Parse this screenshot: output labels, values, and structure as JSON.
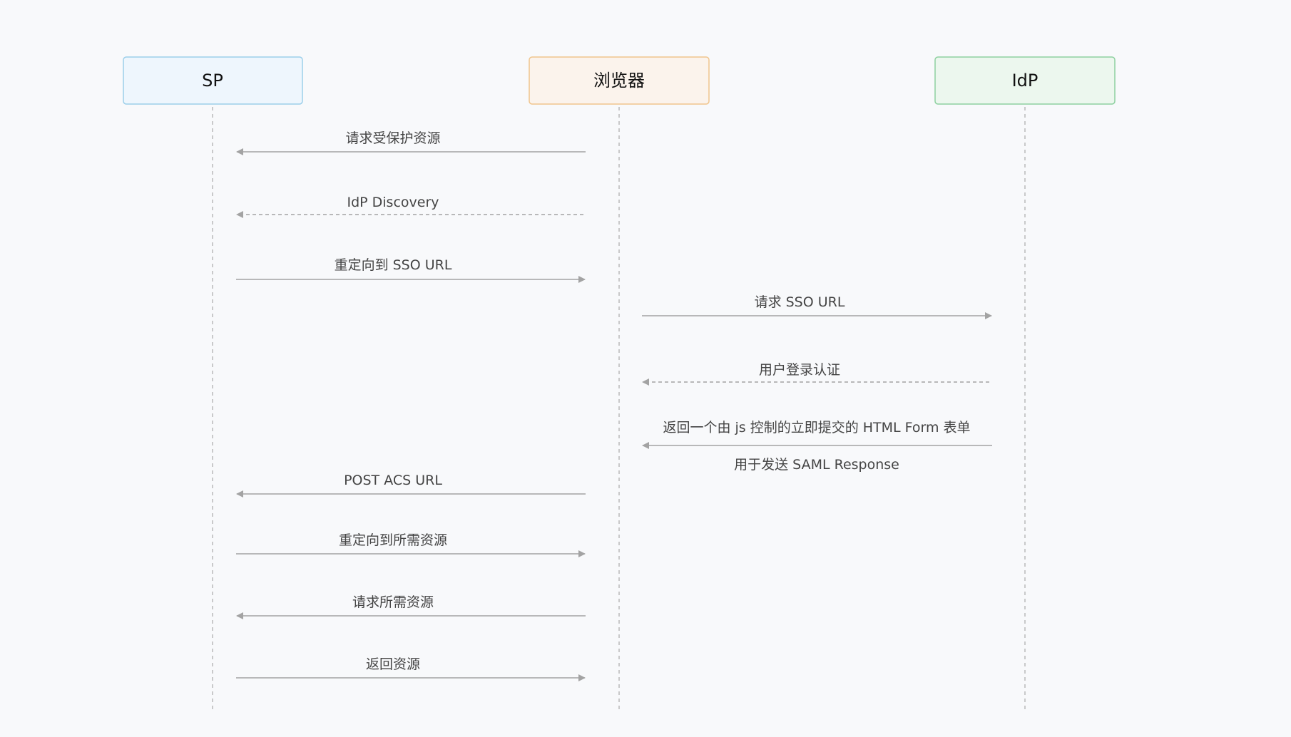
{
  "actors": [
    {
      "id": "sp",
      "label": "SP"
    },
    {
      "id": "browser",
      "label": "浏览器"
    },
    {
      "id": "idp",
      "label": "IdP"
    }
  ],
  "colors": {
    "sp_fill": "#eef6fd",
    "sp_stroke": "#9ccfea",
    "browser_fill": "#fbf3ec",
    "browser_stroke": "#f0c58d",
    "idp_fill": "#ecf7ee",
    "idp_stroke": "#8ed1a0",
    "lifeline": "#b9b9b9",
    "arrow": "#a3a3a3",
    "label": "#444444",
    "background": "#f8f9fb"
  },
  "messages": [
    {
      "from": "browser",
      "to": "sp",
      "label": "请求受保护资源",
      "style": "solid"
    },
    {
      "from": "browser",
      "to": "sp",
      "label": "IdP Discovery",
      "style": "dashed"
    },
    {
      "from": "sp",
      "to": "browser",
      "label": "重定向到 SSO URL",
      "style": "solid"
    },
    {
      "from": "browser",
      "to": "idp",
      "label": "请求 SSO URL",
      "style": "solid"
    },
    {
      "from": "idp",
      "to": "browser",
      "label": "用户登录认证",
      "style": "dashed"
    },
    {
      "from": "idp",
      "to": "browser",
      "label": "返回一个由 js 控制的立即提交的 HTML Form 表单",
      "sublabel": "用于发送 SAML Response",
      "style": "solid"
    },
    {
      "from": "browser",
      "to": "sp",
      "label": "POST ACS URL",
      "style": "solid"
    },
    {
      "from": "sp",
      "to": "browser",
      "label": "重定向到所需资源",
      "style": "solid"
    },
    {
      "from": "browser",
      "to": "sp",
      "label": "请求所需资源",
      "style": "solid"
    },
    {
      "from": "sp",
      "to": "browser",
      "label": "返回资源",
      "style": "solid"
    }
  ]
}
